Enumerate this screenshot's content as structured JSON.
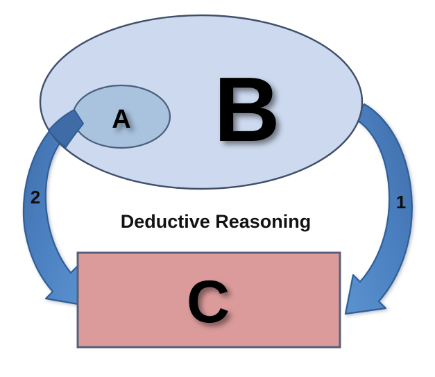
{
  "diagram": {
    "title": "Deductive Reasoning",
    "caption": {
      "text": "Deductive Reasoning"
    },
    "shapes": {
      "outer_ellipse": {
        "label": "B",
        "fill": "#ccd9ee",
        "stroke": "#3f4f6b",
        "role": "outer-set"
      },
      "inner_ellipse": {
        "label": "A",
        "fill": "#a9c2de",
        "stroke": "#4a5f7d",
        "role": "inner-set"
      },
      "rectangle": {
        "label": "C",
        "fill": "#dc9b9b",
        "stroke": "#56607a",
        "role": "conclusion-box"
      }
    },
    "arrows": [
      {
        "number": "1",
        "side": "right",
        "direction": "ellipse-to-rectangle",
        "fill": "#4a7fc0",
        "stroke": "#2f5e96"
      },
      {
        "number": "2",
        "side": "left",
        "direction": "ellipse-to-rectangle",
        "fill": "#4a7fc0",
        "stroke": "#2f5e96"
      }
    ],
    "colors": {
      "background": "#ffffff",
      "ellipse_outer_fill": "#ccd9ee",
      "ellipse_inner_fill": "#a9c2de",
      "rect_fill": "#dc9b9b",
      "arrow_fill": "#4a7fc0",
      "text": "#000000"
    }
  }
}
